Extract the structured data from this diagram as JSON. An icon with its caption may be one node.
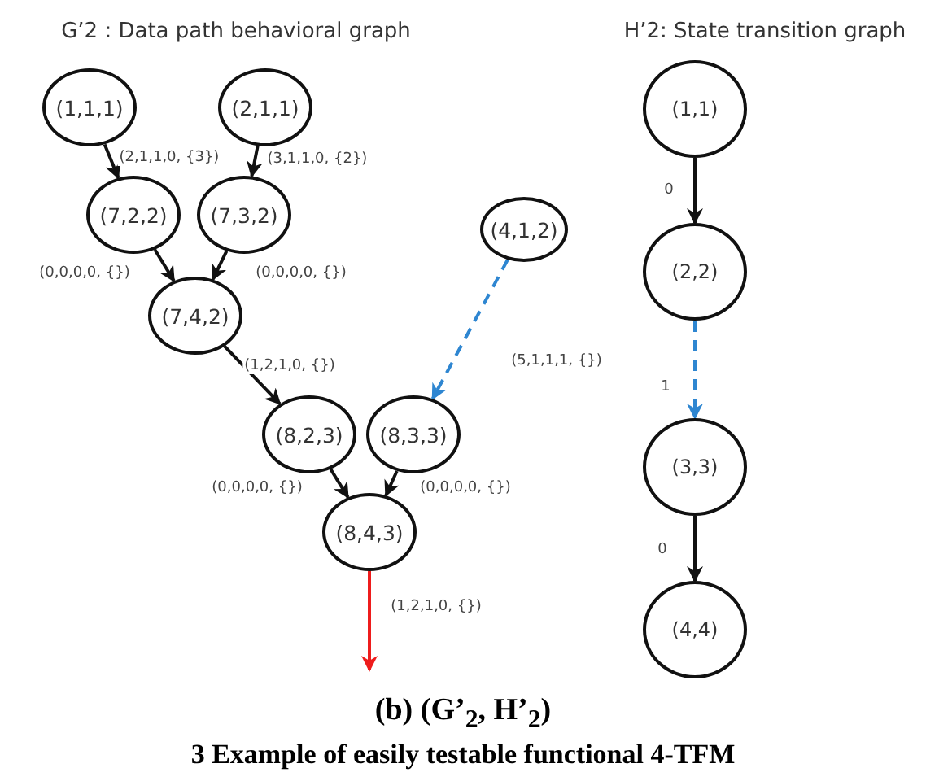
{
  "diagram": {
    "caption": "(b)  (G’$_{2}$, H’$_{2}$)",
    "nodes": [
      {
        "text": [
          "(1,1,1)"
        ]
      },
      {
        "text": [
          "(2,1,1)"
        ]
      },
      {
        "text": [
          "(7,2,2)"
        ]
      },
      {
        "text": [
          "(7,3,2)"
        ]
      },
      {
        "text": [
          "(4,1,2)"
        ]
      },
      {
        "text": [
          "(7,4,2)"
        ]
      },
      {
        "text": [
          "(8,2,3)"
        ]
      },
      {
        "text": [
          "(8,3,3)"
        ]
      },
      {
        "text": [
          "(8,4,3)"
        ]
      },
      {
        "text": [
          "(1,1)"
        ]
      },
      {
        "text": [
          "(2,2)"
        ]
      },
      {
        "text": [
          "(3,3)"
        ]
      },
      {
        "text": [
          "(4,4)"
        ]
      }
    ],
    "edges": [
      {
        "from": 0,
        "to": 2,
        "arrow": "to",
        "label": "(2,1,1,0, {3})"
      },
      {
        "from": 1,
        "to": 3,
        "arrow": "to",
        "label": "(3,1,1,0, {2})"
      },
      {
        "from": 2,
        "to": 5,
        "arrow": "to",
        "label": "(0,0,0,0, {})"
      },
      {
        "from": 3,
        "to": 5,
        "arrow": "to",
        "label": "(0,0,0,0, {})"
      },
      {
        "from": 5,
        "to": 6,
        "arrow": "to",
        "label": "(1,2,1,0, {})"
      },
      {
        "from": 4,
        "to": 7,
        "arrow": "to",
        "label": "(5,1,1,1, {})",
        "style": "dashed",
        "color": "#2e86d1"
      },
      {
        "from": 6,
        "to": 8,
        "arrow": "to",
        "label": "(0,0,0,0, {})"
      },
      {
        "from": 7,
        "to": 8,
        "arrow": "to",
        "label": "(0,0,0,0, {})"
      },
      {
        "from": 8,
        "to": null,
        "arrow": "to",
        "label": "(1,2,1,0, {})",
        "color": "#ee1c1c"
      },
      {
        "from": 9,
        "to": 10,
        "arrow": "to",
        "label": "0"
      },
      {
        "from": 10,
        "to": 11,
        "arrow": "to",
        "label": "1",
        "style": "dashed",
        "color": "#2e86d1"
      },
      {
        "from": 11,
        "to": 12,
        "arrow": "to",
        "label": "0"
      }
    ],
    "labels": [
      "G’2 : Data path behavioral graph",
      "H’2: State transition graph",
      "3 Example of easily testable functional 4-TFM"
    ]
  }
}
